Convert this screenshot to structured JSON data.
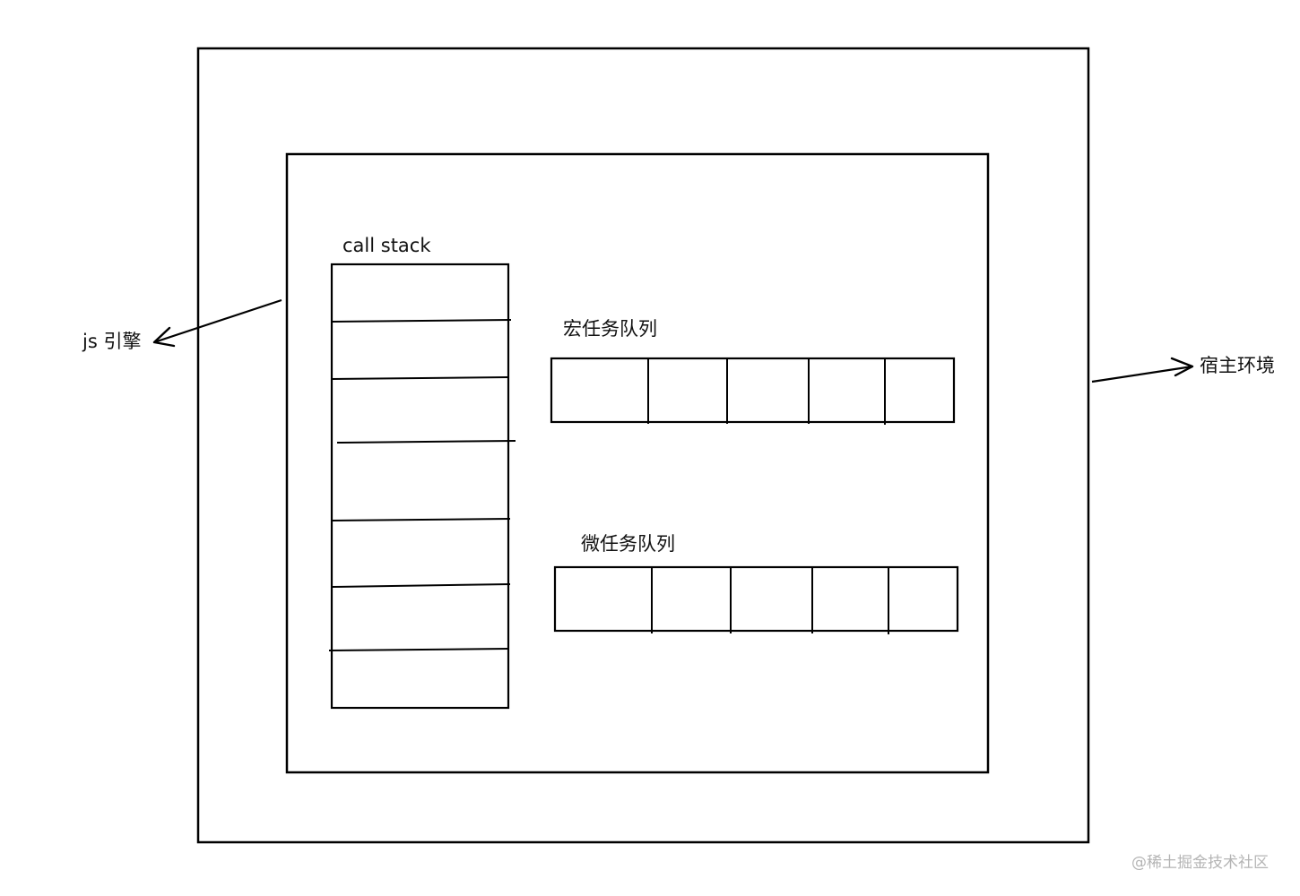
{
  "diagram": {
    "labels": {
      "call_stack": "call stack",
      "macro_task_queue": "宏任务队列",
      "micro_task_queue": "微任务队列",
      "js_engine": "js 引擎",
      "host_environment": "宿主环境"
    },
    "call_stack_slots": 7,
    "macro_queue_slots": 5,
    "micro_queue_slots": 5,
    "stroke_color": "#000000",
    "text_color": "#111111"
  },
  "watermark": {
    "text": "@稀土掘金技术社区",
    "color": "#b4b4b4"
  }
}
